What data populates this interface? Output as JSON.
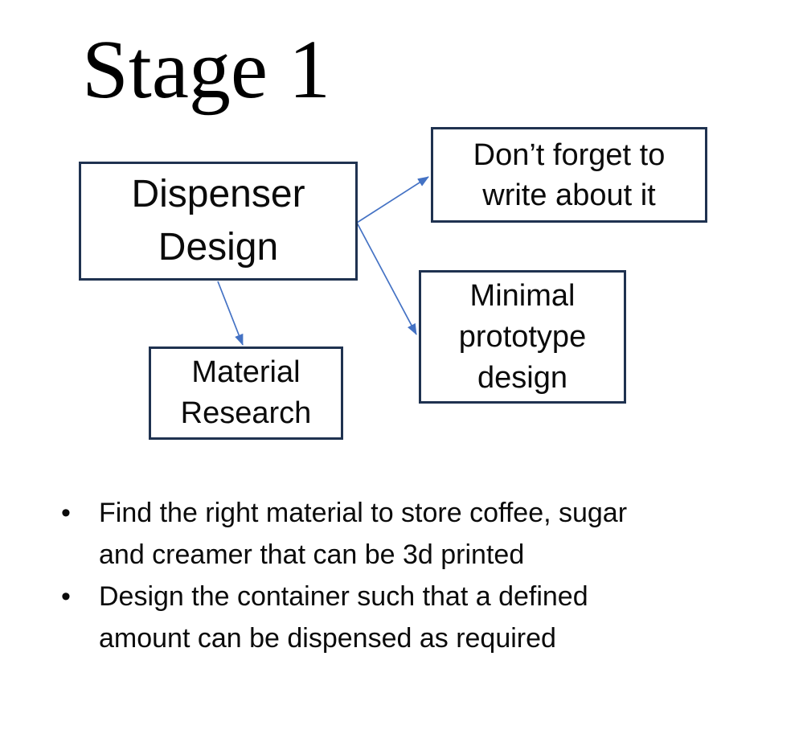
{
  "slide": {
    "title": "Stage 1",
    "background_color": "#ffffff"
  },
  "diagram": {
    "box_border_color": "#1f3250",
    "box_fill_color": "#ffffff",
    "arrow_color": "#4472c4",
    "nodes": {
      "dispenser": {
        "label": "Dispenser Design"
      },
      "note": {
        "label": "Don’t forget to write about it"
      },
      "prototype": {
        "label": "Minimal prototype design"
      },
      "material": {
        "label": "Material Research"
      }
    },
    "edges": [
      {
        "from": "dispenser",
        "to": "note"
      },
      {
        "from": "dispenser",
        "to": "prototype"
      },
      {
        "from": "dispenser",
        "to": "material"
      }
    ]
  },
  "bullet_char": "•",
  "bullets": [
    "Find the right material to store coffee, sugar and creamer that can be 3d printed",
    "Design the container such that a defined amount can be dispensed as required"
  ]
}
